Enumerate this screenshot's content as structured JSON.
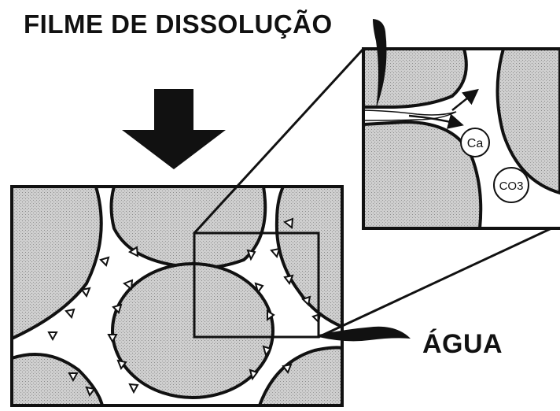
{
  "labels": {
    "title": "FILME DE DISSOLUÇÃO",
    "water": "ÁGUA"
  },
  "ions": {
    "calcium": "Ca",
    "carbonate": "CO3"
  },
  "colors": {
    "grain_fill": "#c9c9c9",
    "outline": "#111111",
    "background": "#ffffff"
  }
}
